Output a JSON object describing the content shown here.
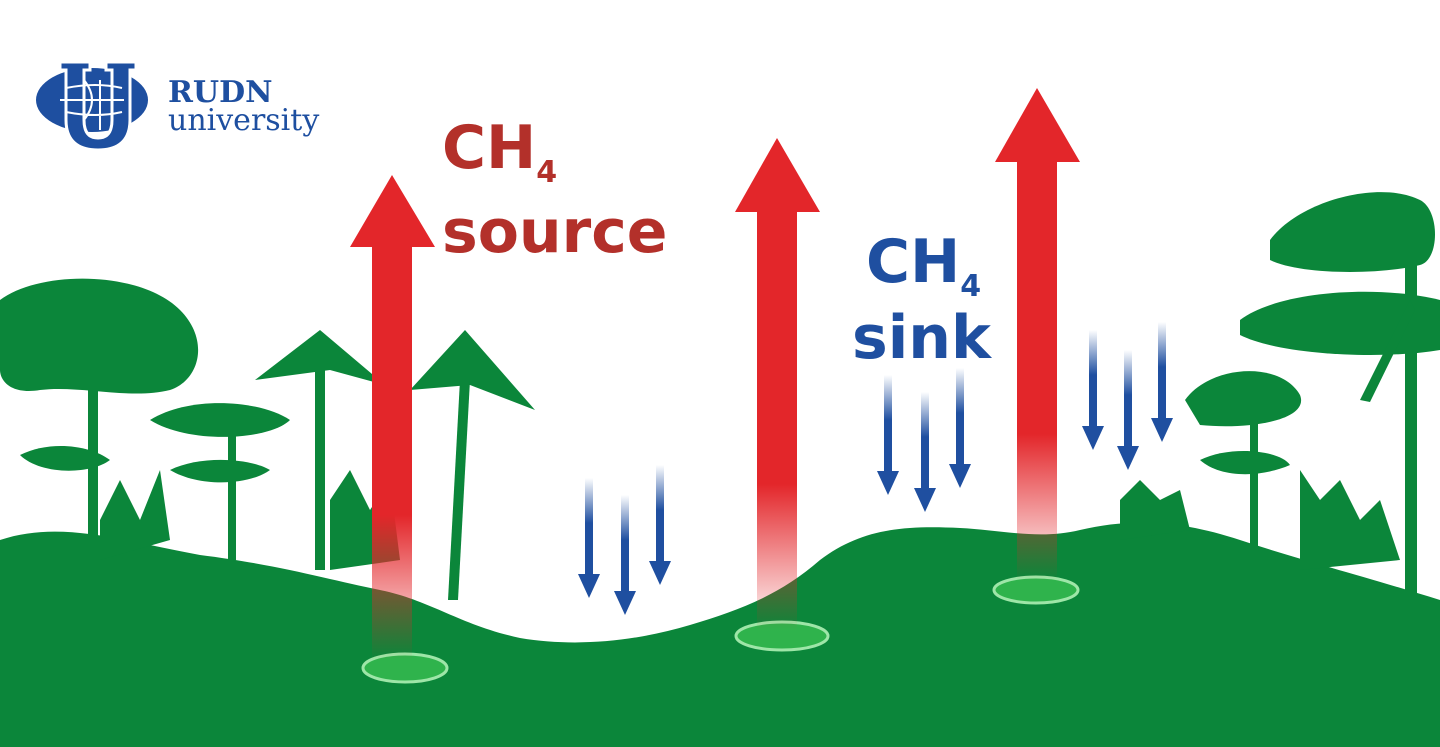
{
  "logo": {
    "line1": "RUDN",
    "line2": "university"
  },
  "source_label": {
    "formula": "CH",
    "subscript": "4",
    "word": "source"
  },
  "sink_label": {
    "formula": "CH",
    "subscript": "4",
    "word": "sink"
  },
  "colors": {
    "ground": "#0b863a",
    "source_arrow": "#e3262a",
    "sink_arrow": "#1f4fa0",
    "source_text": "#b3302a",
    "sink_text": "#1f4fa0",
    "puddle": "#2fb34c"
  }
}
